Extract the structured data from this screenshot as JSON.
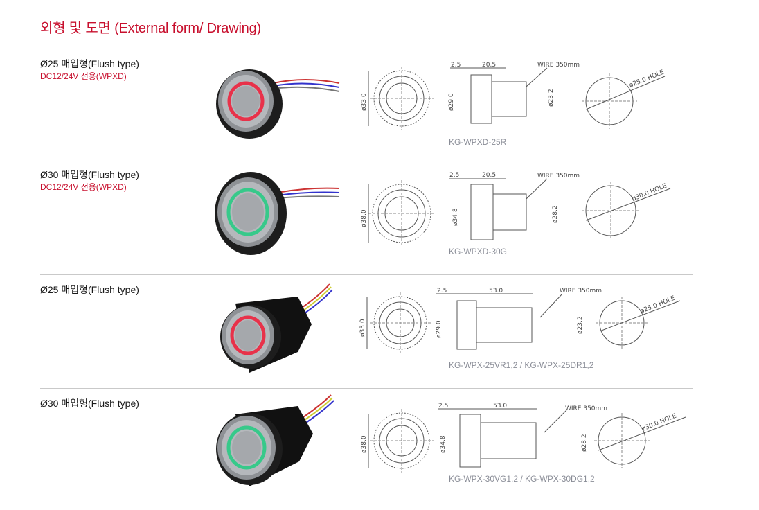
{
  "page": {
    "title": "외형 및 도면 (External form/ Drawing)"
  },
  "sections": [
    {
      "title": "Ø25 매입형(Flush type)",
      "subtitle": "DC12/24V 전용(WPXD)",
      "led_color": "#e8324a",
      "drawing": {
        "front_dia": "ø33.0",
        "dim_a": "2.5",
        "dim_b": "20.5",
        "wire": "WIRE 350mm",
        "body_dia": "ø29.0",
        "thread_dia": "ø23.2",
        "hole": "ø25.0 HOLE"
      },
      "model": "KG-WPXD-25R"
    },
    {
      "title": "Ø30 매입형(Flush type)",
      "subtitle": "DC12/24V 전용(WPXD)",
      "led_color": "#37c98a",
      "drawing": {
        "front_dia": "ø38.0",
        "dim_a": "2.5",
        "dim_b": "20.5",
        "wire": "WIRE 350mm",
        "body_dia": "ø34.8",
        "thread_dia": "ø28.2",
        "hole": "ø30.0 HOLE"
      },
      "model": "KG-WPXD-30G"
    },
    {
      "title": "Ø25 매입형(Flush type)",
      "subtitle": "",
      "led_color": "#e8324a",
      "drawing": {
        "front_dia": "ø33.0",
        "dim_a": "2.5",
        "dim_b": "53.0",
        "wire": "WIRE 350mm",
        "body_dia": "ø29.0",
        "thread_dia": "ø23.2",
        "hole": "ø25.0 HOLE"
      },
      "model": "KG-WPX-25VR1,2 / KG-WPX-25DR1,2"
    },
    {
      "title": "Ø30 매입형(Flush type)",
      "subtitle": "",
      "led_color": "#37c98a",
      "drawing": {
        "front_dia": "ø38.0",
        "dim_a": "2.5",
        "dim_b": "53.0",
        "wire": "WIRE 350mm",
        "body_dia": "ø34.8",
        "thread_dia": "ø28.2",
        "hole": "ø30.0 HOLE"
      },
      "model": "KG-WPX-30VG1,2 / KG-WPX-30DG1,2"
    }
  ]
}
